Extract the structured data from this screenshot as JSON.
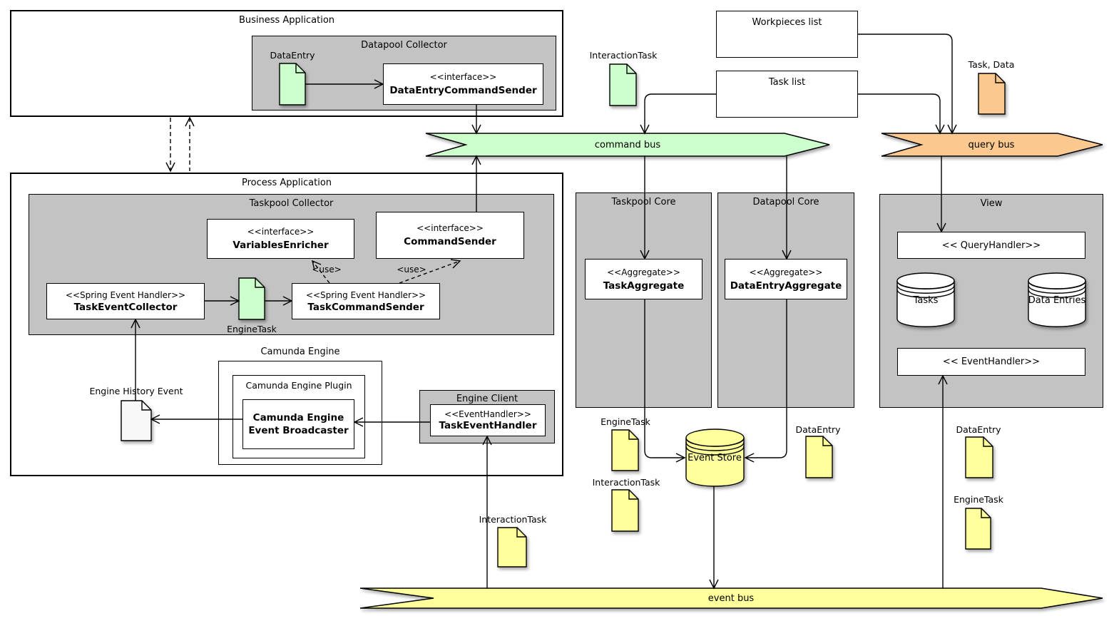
{
  "colors": {
    "green": "#ccffcc",
    "orange": "#fbc98f",
    "yellow": "#ffff9c",
    "gray": "#c3c3c3",
    "note_white": "#f8f8f8"
  },
  "buses": {
    "command": "command bus",
    "query": "query bus",
    "event": "event bus"
  },
  "business_application": {
    "title": "Business Application",
    "datapool_collector": {
      "title": "Datapool Collector",
      "data_entry_note": "DataEntry",
      "data_entry_command_sender": {
        "stereotype": "<<interface>>",
        "name": "DataEntryCommandSender"
      }
    }
  },
  "process_application": {
    "title": "Process Application",
    "taskpool_collector": {
      "title": "Taskpool Collector",
      "variables_enricher": {
        "stereotype": "<<interface>>",
        "name": "VariablesEnricher"
      },
      "command_sender": {
        "stereotype": "<<interface>>",
        "name": "CommandSender"
      },
      "task_event_collector": {
        "stereotype": "<<Spring Event Handler>>",
        "name": "TaskEventCollector"
      },
      "task_command_sender": {
        "stereotype": "<<Spring Event Handler>>",
        "name": "TaskCommandSender"
      },
      "engine_task_note": "EngineTask",
      "use_left": "<use>",
      "use_right": "<use>"
    },
    "camunda_engine": {
      "title": "Camunda Engine",
      "plugin_title": "Camunda Engine Plugin",
      "broadcaster": {
        "line1": "Camunda Engine",
        "line2": "Event Broadcaster"
      }
    },
    "engine_client": {
      "title": "Engine Client",
      "task_event_handler": {
        "stereotype": "<<EventHandler>>",
        "name": "TaskEventHandler"
      }
    },
    "engine_history_event_note": "Engine History Event"
  },
  "top": {
    "interaction_task_note": "InteractionTask",
    "workpieces_list": "Workpieces list",
    "task_list": "Task list",
    "task_data_note": "Task, Data"
  },
  "taskpool_core": {
    "title": "Taskpool Core",
    "aggregate": {
      "stereotype": "<<Aggregate>>",
      "name": "TaskAggregate"
    }
  },
  "datapool_core": {
    "title": "Datapool Core",
    "aggregate": {
      "stereotype": "<<Aggregate>>",
      "name": "DataEntryAggregate"
    }
  },
  "view": {
    "title": "View",
    "query_handler": "<< QueryHandler>>",
    "event_handler": "<< EventHandler>>",
    "tasks_store": "Tasks",
    "data_entries_store": "Data Entries"
  },
  "event_store": "Event Store",
  "notes": {
    "engine_task_mid": "EngineTask",
    "interaction_task_mid": "InteractionTask",
    "data_entry_mid": "DataEntry",
    "data_entry_right": "DataEntry",
    "engine_task_right": "EngineTask",
    "interaction_task_bottom": "InteractionTask"
  }
}
